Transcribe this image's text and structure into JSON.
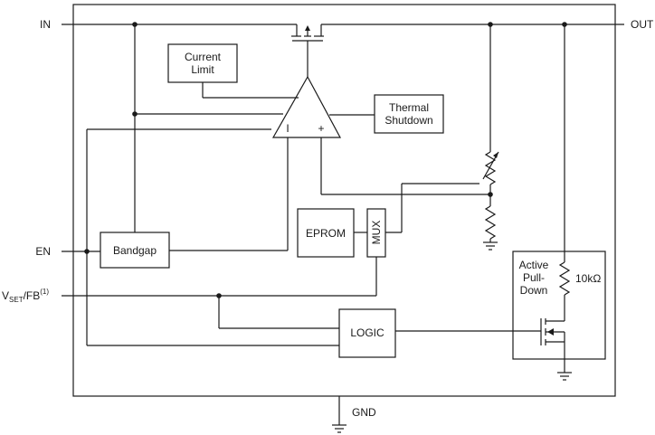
{
  "pins": {
    "in": "IN",
    "out": "OUT",
    "en": "EN",
    "vset_main": "V",
    "vset_sub": "SET",
    "vset_tail": "/FB",
    "vset_note": "(1)",
    "gnd": "GND"
  },
  "blocks": {
    "current_limit_line1": "Current",
    "current_limit_line2": "Limit",
    "thermal_line1": "Thermal",
    "thermal_line2": "Shutdown",
    "bandgap": "Bandgap",
    "eprom": "EPROM",
    "mux": "MUX",
    "logic": "LOGIC",
    "pulldown_line1": "Active",
    "pulldown_line2": "Pull-",
    "pulldown_line3": "Down",
    "resistor_value": "10kΩ"
  },
  "amplifier": {
    "minus": "I",
    "plus": "+"
  },
  "colors": {
    "ink": "#1a1a1a",
    "background": "#ffffff"
  }
}
